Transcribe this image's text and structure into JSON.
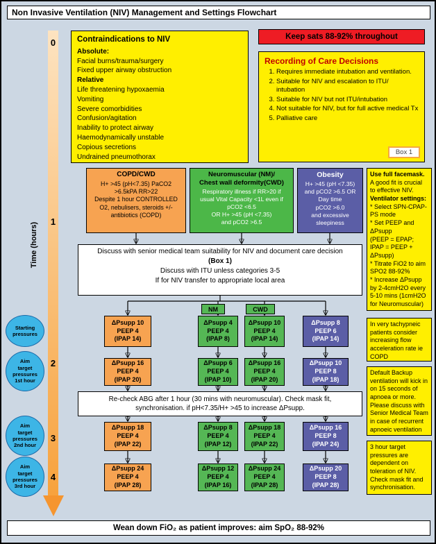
{
  "title_bar": {
    "text": "Non Invasive Ventilation (NIV) Management and Settings Flowchart"
  },
  "time_axis": {
    "label": "Time (hours)",
    "ticks": [
      "0",
      "1",
      "2",
      "3",
      "4"
    ]
  },
  "stage_ellipses": [
    {
      "text": "Starting\npressures"
    },
    {
      "text": "Aim\ntarget\npressures\n1st hour"
    },
    {
      "text": "Aim\ntarget\npressures\n2nd hour"
    },
    {
      "text": "Aim\ntarget\npressures\n3rd hour"
    }
  ],
  "contraindications": {
    "title": "Contraindications to NIV",
    "absolute_heading": "Absolute:",
    "absolute_items": "Facial burns/trauma/surgery\nFixed upper airway obstruction",
    "relative_heading": "Relative",
    "relative_items": "Life threatening hypoxaemia\nVomiting\nSevere comorbidities\nConfusion/agitation\nInability to protect airway\nHaemodynamically unstable\nCopious secretions\nUndrained pneumothorax"
  },
  "keep_sats": {
    "text": "Keep sats 88-92% throughout"
  },
  "care_decisions": {
    "title": "Recording of Care Decisions",
    "items": [
      "Requires immediate intubation and ventilation.",
      "Suitable for NIV and escalation to ITU/ intubation",
      "Suitable for NIV but not ITU/intubation",
      "Not suitable for NIV, but for full active medical Tx",
      "Palliative care"
    ],
    "box_tag": "Box 1"
  },
  "categories": {
    "copd": {
      "title": "COPD/CWD",
      "body": "H+ >45 (pH<7.35) PaCO2\n>6.5kPA RR>22\nDespite 1 hour CONTROLLED\nO2, nebulisers, steroids +/-\nantibiotics (COPD)"
    },
    "nm": {
      "title": "Neuromuscular (NM)/\nChest wall deformity(CWD)",
      "body": "Respiratory illness if RR>20 if\nusual Vital Capacity <1L even if\npCO2 <6.5\nOR H+ >45 (pH <7.35)\nand pCO2 >6.5"
    },
    "obesity": {
      "title": "Obesity",
      "body": "H+ >45 (pH <7.35)\nand pCO2 >6.5 OR\nDay time\npCO2 >6.0\nand excessive\nsleepiness"
    }
  },
  "discuss_box": {
    "line1": "Discuss with senior medical team suitability for NIV and document care decision",
    "line2": "(Box 1)",
    "line3": "Discuss with ITU unless categories 3-5",
    "line4": "If for NIV transfer to appropriate local area"
  },
  "abg_box": {
    "text": "Re-check ABG after 1 hour (30 mins with neuromuscular). Check mask fit, synchronisation. if pH<7.35/H+ >45 to increase ΔPsupp."
  },
  "pressure_grid": {
    "col_headers": {
      "nm": "NM",
      "cwd": "CWD"
    },
    "rows": [
      {
        "copd": "ΔPsupp 10\nPEEP 4\n(IPAP 14)",
        "nm": "ΔPsupp 4\nPEEP 4\n(IPAP 8)",
        "cwd": "ΔPsupp 10\nPEEP 4\n(IPAP 14)",
        "obesity": "ΔPsupp 8\nPEEP 6\n(IPAP 14)"
      },
      {
        "copd": "ΔPsupp 16\nPEEP 4\n(IPAP 20)",
        "nm": "ΔPsupp 6\nPEEP 4\n(IPAP 10)",
        "cwd": "ΔPsupp 16\nPEEP 4\n(IPAP 20)",
        "obesity": "ΔPsupp 10\nPEEP 8\n(IPAP 18)"
      },
      {
        "copd": "ΔPsupp 18\nPEEP 4\n(IPAP 22)",
        "nm": "ΔPsupp 8\nPEEP 4\n(IPAP 12)",
        "cwd": "ΔPsupp 18\nPEEP 4\n(IPAP 22)",
        "obesity": "ΔPsupp 16\nPEEP 8\n(IPAP 24)"
      },
      {
        "copd": "ΔPsupp 24\nPEEP 4\n(IPAP 28)",
        "nm": "ΔPsupp 12\nPEEP 4\n(IPAP 16)",
        "cwd": "ΔPsupp 24\nPEEP 4\n(IPAP 28)",
        "obesity": "ΔPsupp 20\nPEEP 8\n(IPAP 28)"
      }
    ]
  },
  "side_notes": {
    "facemask": {
      "heading": "Use full facemask.",
      "line1": "A good fit is crucial to effective NIV.",
      "heading2": "Ventilator settings:",
      "items": "* Select SPN-CPAP-PS mode\n* Set PEEP and ΔPsupp\n(PEEP = EPAP; IPAP = PEEP + ΔPsupp)\n* Titrate FiO2 to aim SPO2 88-92%\n* Increase ΔPsupp by 2-4cmH2O every 5-10 mins (1cmH2O for Neuromuscular)"
    },
    "tachypneic": {
      "text": "In very tachypneic patients consider increasing flow acceleration rate ie COPD"
    },
    "backup": {
      "text": "Default Backup ventilation will kick in on 15 seconds of apnoea or more. Please discuss with Senior Medical Team in case of recurrent apnoeic ventilation"
    },
    "target": {
      "text": "3 hour target pressures are dependent on toleration of NIV. Check mask fit and synchronisation."
    }
  },
  "footer_bar": {
    "text": "Wean down FiO₂ as patient improves: aim SpO₂ 88-92%"
  },
  "colors": {
    "yellow": "#ffef00",
    "red": "#ee1c24",
    "orange": "#f7a351",
    "green": "#4cb748",
    "purple": "#5b5ea6",
    "ellipse_blue": "#3db5e6",
    "background": "#ccd7e3"
  }
}
